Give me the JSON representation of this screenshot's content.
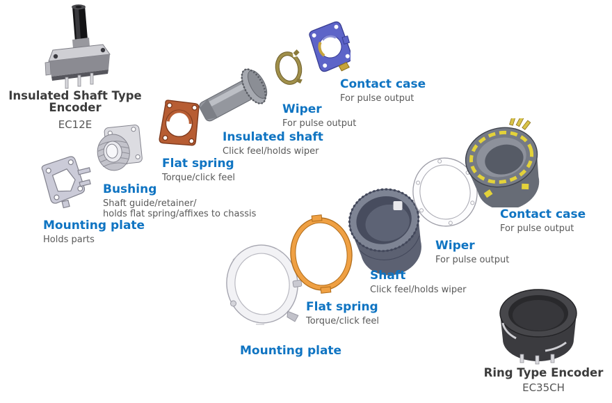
{
  "colors": {
    "label_blue": "#0f74c2",
    "heading_dark": "#3c3c3c",
    "desc_gray": "#595959",
    "model_gray": "#555555"
  },
  "encoders": [
    {
      "title_line1": "Insulated Shaft Type",
      "title_line2": "Encoder",
      "model": "EC12E",
      "parts": [
        {
          "name": "Mounting plate",
          "desc": [
            "Holds parts"
          ]
        },
        {
          "name": "Bushing",
          "desc": [
            "Shaft guide/retainer/",
            "holds flat spring/affixes to chassis"
          ]
        },
        {
          "name": "Flat spring",
          "desc": [
            "Torque/click feel"
          ]
        },
        {
          "name": "Insulated shaft",
          "desc": [
            "Click feel/holds wiper"
          ]
        },
        {
          "name": "Wiper",
          "desc": [
            "For pulse output"
          ]
        },
        {
          "name": "Contact case",
          "desc": [
            "For pulse output"
          ]
        }
      ]
    },
    {
      "title": "Ring Type Encoder",
      "model": "EC35CH",
      "parts": [
        {
          "name": "Mounting plate",
          "desc": []
        },
        {
          "name": "Flat spring",
          "desc": [
            "Torque/click feel"
          ]
        },
        {
          "name": "Shaft",
          "desc": [
            "Click feel/holds wiper"
          ]
        },
        {
          "name": "Wiper",
          "desc": [
            "For pulse output"
          ]
        },
        {
          "name": "Contact case",
          "desc": [
            "For pulse output"
          ]
        }
      ]
    }
  ]
}
